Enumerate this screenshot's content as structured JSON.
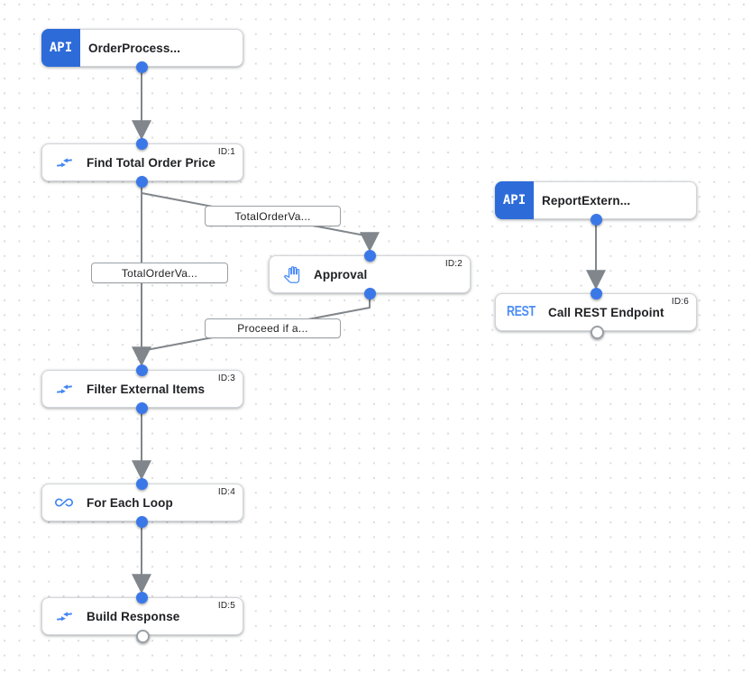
{
  "canvas": {
    "dot_color": "#dcdcdc",
    "edge_color": "#80868b",
    "port_color": "#3b78e7",
    "node_border_color": "#d2d5da",
    "trigger_badge_color": "#2d6bd9",
    "icon_blue": "#4285f4"
  },
  "nodes": [
    {
      "label": "OrderProcess...",
      "badge": "API",
      "icon": "api-badge",
      "type": "api-trigger"
    },
    {
      "label": "Find Total Order Price",
      "id_label": "ID:1",
      "icon": "data-mapping-icon",
      "type": "task"
    },
    {
      "label": "Approval",
      "id_label": "ID:2",
      "icon": "pan-tool-icon",
      "type": "task"
    },
    {
      "label": "Filter External Items",
      "id_label": "ID:3",
      "icon": "data-mapping-icon",
      "type": "task"
    },
    {
      "label": "For Each Loop",
      "id_label": "ID:4",
      "icon": "infinity-icon",
      "type": "task"
    },
    {
      "label": "Build Response",
      "id_label": "ID:5",
      "icon": "data-mapping-icon",
      "type": "task"
    },
    {
      "label": "ReportExtern...",
      "badge": "API",
      "icon": "api-badge",
      "type": "api-trigger"
    },
    {
      "label": "Call REST Endpoint",
      "id_label": "ID:6",
      "icon": "rest-icon",
      "icon_text": "REST",
      "type": "task"
    }
  ],
  "edge_labels": [
    {
      "text": "TotalOrderVa..."
    },
    {
      "text": "TotalOrderVa..."
    },
    {
      "text": "Proceed if a..."
    }
  ]
}
